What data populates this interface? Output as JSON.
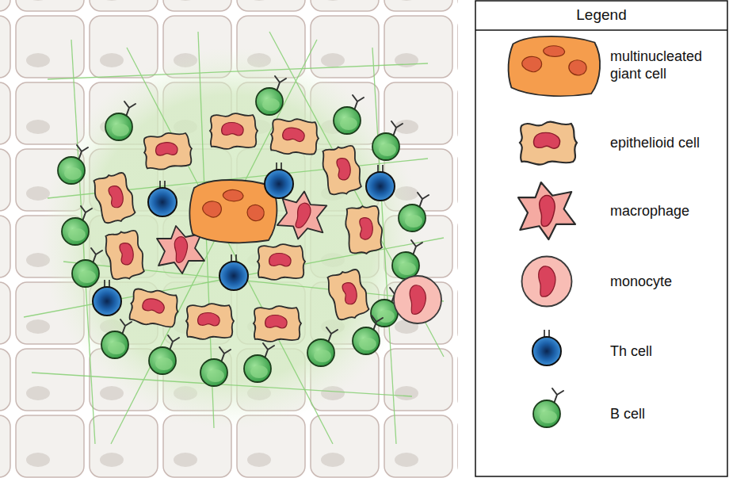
{
  "diagram": {
    "labels": [
      "Legend"
    ],
    "legend": [
      {
        "text": "multinucleated giant cell"
      },
      {
        "text": "epithelioid cell"
      },
      {
        "text": "macrophage"
      },
      {
        "text": "monocyte"
      },
      {
        "text": "Th cell"
      },
      {
        "text": "B cell"
      }
    ]
  }
}
